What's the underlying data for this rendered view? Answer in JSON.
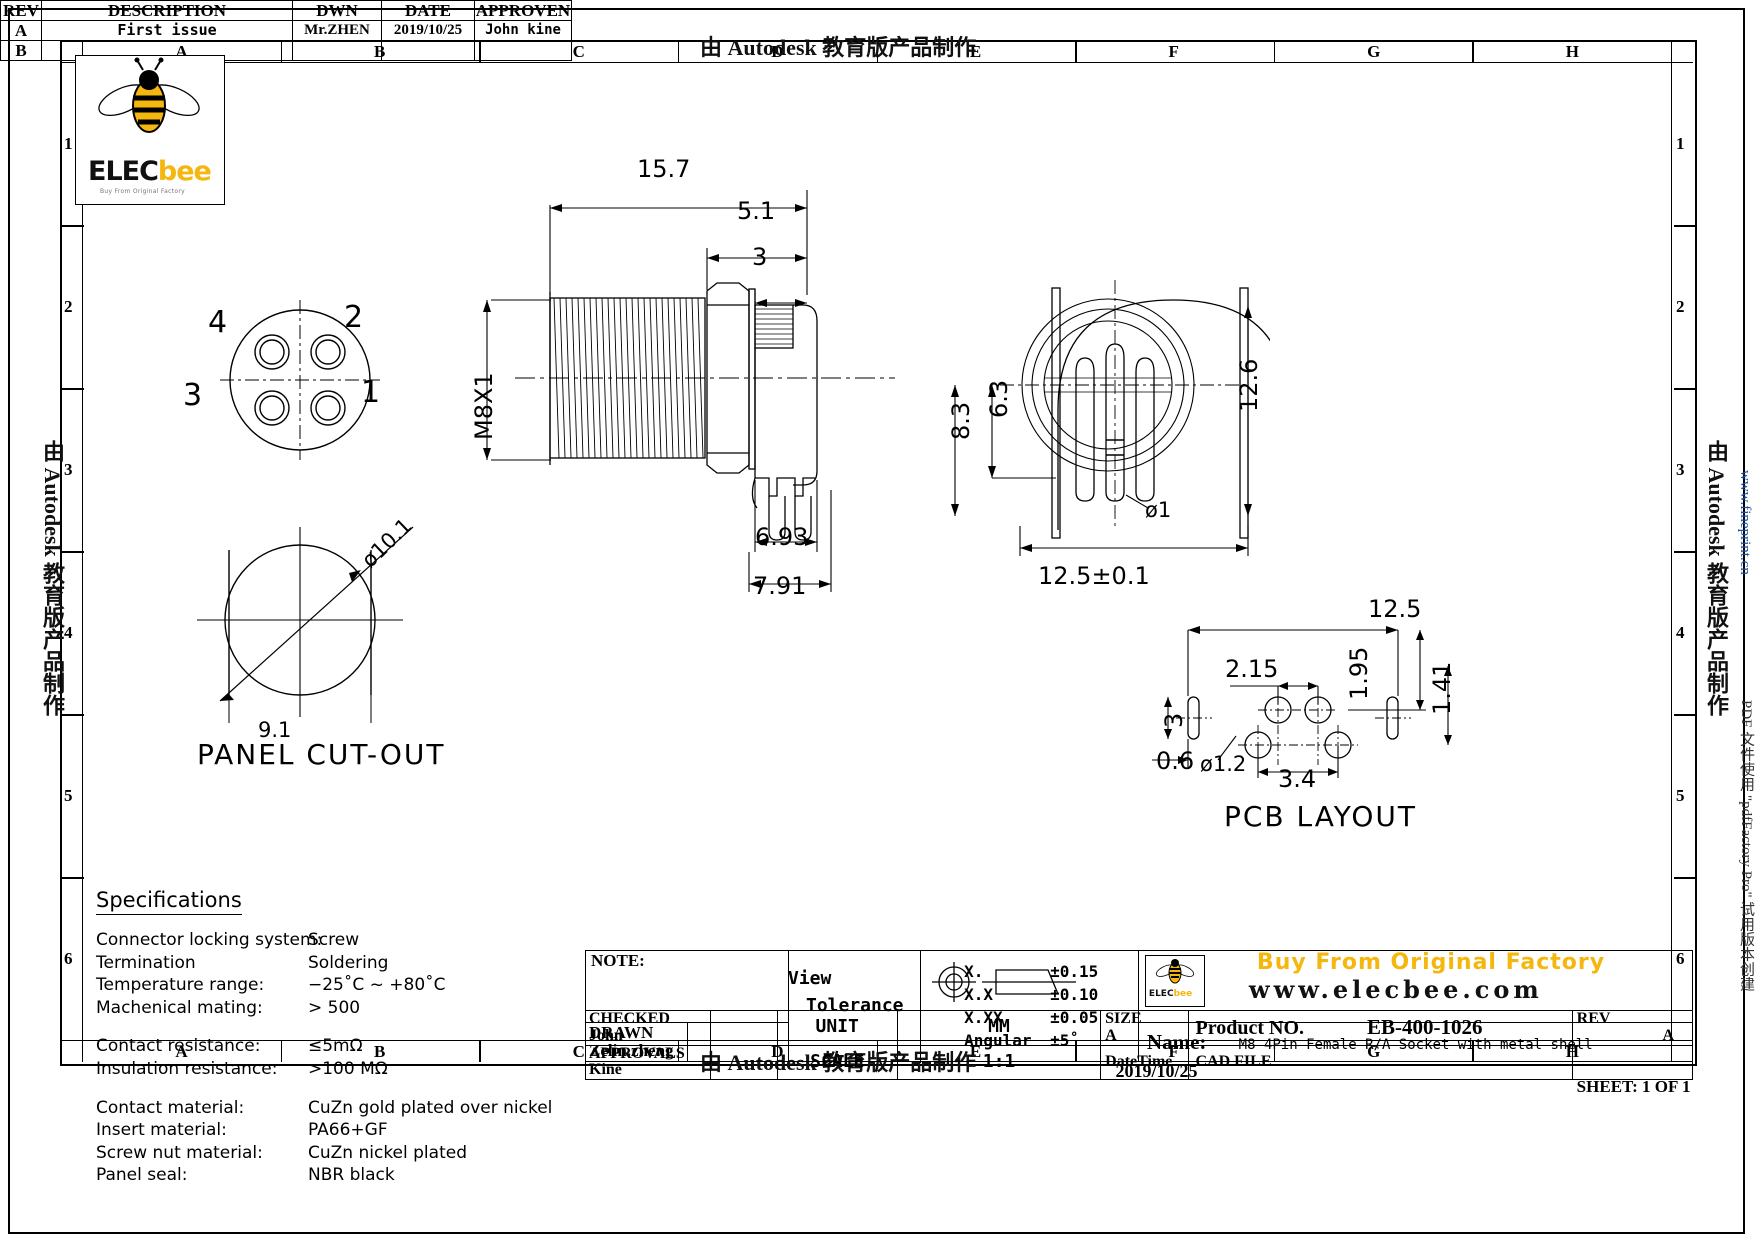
{
  "frame": {
    "zones_top": [
      "A",
      "B",
      "C",
      "D",
      "E",
      "F",
      "G",
      "H"
    ],
    "zones_bottom": [
      "A",
      "B",
      "C",
      "D",
      "E",
      "F",
      "G",
      "H"
    ],
    "zones_left": [
      "1",
      "2",
      "3",
      "4",
      "5",
      "6"
    ],
    "zones_right": [
      "1",
      "2",
      "3",
      "4",
      "5",
      "6"
    ]
  },
  "watermarks": {
    "top": "由 Autodesk 教育版产品制作",
    "bottom": "由 Autodesk 教育版产品制作",
    "left": "由 Autodesk 教育版产品制作",
    "right": "由 Autodesk 教育版产品制作",
    "right_url": "www.fineprint.cn",
    "right_pdf": "PDF 文件使用 \"pdfFactory Pro\" 试用版本创建"
  },
  "logo": {
    "brand_elec": "ELEC",
    "brand_bee": "bee",
    "tagline": "Buy From Original Factory"
  },
  "rev_table": {
    "headers": [
      "REV",
      "DESCRIPTION",
      "DWN",
      "DATE",
      "APPROVEN"
    ],
    "rows": [
      {
        "rev": "A",
        "description": "First issue",
        "dwn": "Mr.ZHEN",
        "date": "2019/10/25",
        "approven": "John kine"
      },
      {
        "rev": "B",
        "description": "",
        "dwn": "",
        "date": "",
        "approven": ""
      }
    ]
  },
  "views": {
    "front": {
      "pin_labels": [
        "4",
        "2",
        "3",
        "1"
      ]
    },
    "panel_cutout": {
      "title": "PANEL CUT-OUT",
      "diameter": "ø10.1",
      "width": "9.1"
    },
    "side": {
      "thread": "M8X1",
      "overall_length": "15.7",
      "dim_5_1": "5.1",
      "dim_3": "3",
      "dim_6_93": "6.93",
      "dim_7_91": "7.91"
    },
    "rear": {
      "dim_12_6": "12.6",
      "dim_8_3": "8.3",
      "dim_6_3": "6.3",
      "pin_dia": "ø1",
      "dim_12_5_tol": "12.5±0.1"
    },
    "pcb": {
      "title": "PCB LAYOUT",
      "dim_12_5": "12.5",
      "dim_2_15": "2.15",
      "dim_1_95": "1.95",
      "dim_1_41": "1.41",
      "dim_3": "3",
      "dim_0_6": "0.6",
      "hole_dia": "ø1.2",
      "dim_3_4": "3.4"
    }
  },
  "specifications": {
    "title": "Specifications",
    "groups": [
      [
        {
          "label": "Connector locking system:",
          "value": "Screw"
        },
        {
          "label": "Termination",
          "value": "Soldering"
        },
        {
          "label": "Temperature range:",
          "value": "−25˚C ~ +80˚C"
        },
        {
          "label": "Machenical mating:",
          "value": "> 500"
        }
      ],
      [
        {
          "label": "Contact resistance:",
          "value": "≤5mΩ"
        },
        {
          "label": "Insulation resistance:",
          "value": ">100 MΩ"
        }
      ],
      [
        {
          "label": "Contact material:",
          "value": "CuZn gold plated over nickel"
        },
        {
          "label": "Insert material:",
          "value": "PA66+GF"
        },
        {
          "label": "Screw nut material:",
          "value": "CuZn nickel plated"
        },
        {
          "label": "Panel seal:",
          "value": "NBR black"
        }
      ]
    ]
  },
  "title_block": {
    "note_label": "NOTE:",
    "drawn_label": "DRAWN",
    "drawn_value": "Zelin.zheng",
    "checked_label": "CHECKED",
    "checked_value": "John",
    "approvals_label": "APPROVALS",
    "approvals_value": "Kine",
    "tolerance_label": "Tolerance",
    "tolerance_rows": [
      {
        "key": "X.",
        "value": "±0.15"
      },
      {
        "key": "X.X",
        "value": "±0.10"
      },
      {
        "key": "X.XX",
        "value": "±0.05"
      },
      {
        "key": "Angular",
        "value": "±5˚"
      }
    ],
    "view_label": "View",
    "unit_label": "UNIT",
    "unit_value": "MM",
    "scale_label": "SCALE",
    "scale_value": "1:1",
    "banner_line1": "Buy From Original Factory",
    "banner_line2": "www.elecbee.com",
    "name_label": "Name:",
    "name_value": "M8 4Pin Female R/A Socket with metal shell",
    "size_label": "SIZE",
    "size_value": "A",
    "product_no_label": "Product NO.",
    "product_no_value": "EB-400-1026",
    "rev_label": "REV",
    "rev_value": "A",
    "datetime_label": "DateTime",
    "datetime_value": "2019/10/25",
    "cad_file_label": "CAD FILE",
    "cad_file_value": "",
    "sheet_value": "SHEET: 1 OF 1"
  },
  "colors": {
    "accent_yellow": "#F5B70E",
    "link_blue": "#1B4FA0",
    "line": "#000000"
  }
}
